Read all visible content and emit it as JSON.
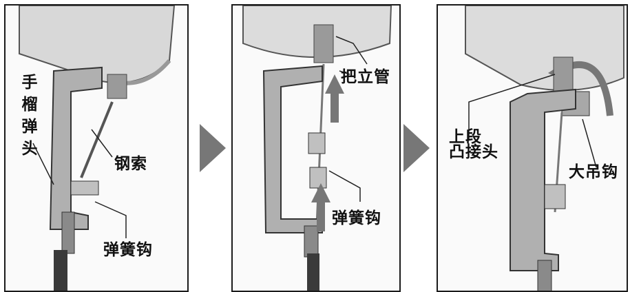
{
  "panels": [
    {
      "labels": {
        "hand_grenade": "手榴弹头",
        "steel_cable": "钢索",
        "spring_hook": "弹簧钩"
      }
    },
    {
      "labels": {
        "hold_pipe": "把立管",
        "spring_hook": "弹簧钩"
      }
    },
    {
      "labels": {
        "upper_joint_line1": "上段",
        "upper_joint_line2": "凸接头",
        "big_hook": "大吊钩"
      }
    }
  ],
  "colors": {
    "arrow": "#777777",
    "metal": "#a9a9a9",
    "pipe": "#dcdcdc",
    "frame": "#1a1a1a"
  }
}
